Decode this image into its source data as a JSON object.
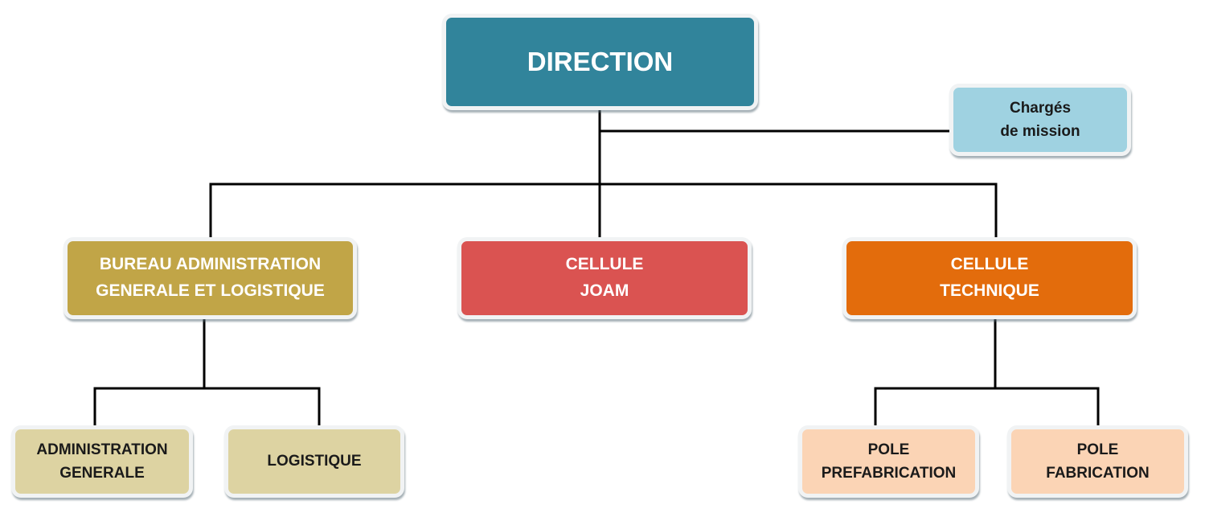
{
  "nodes": {
    "direction": {
      "lines": [
        "DIRECTION"
      ]
    },
    "charges_mission": {
      "lines": [
        "Chargés",
        "de mission"
      ]
    },
    "bureau": {
      "lines": [
        "BUREAU ADMINISTRATION",
        "GENERALE ET LOGISTIQUE"
      ]
    },
    "joam": {
      "lines": [
        "CELLULE",
        "JOAM"
      ]
    },
    "technique": {
      "lines": [
        "CELLULE",
        "TECHNIQUE"
      ]
    },
    "admin_generale": {
      "lines": [
        "ADMINISTRATION",
        "GENERALE"
      ]
    },
    "logistique": {
      "lines": [
        "LOGISTIQUE"
      ]
    },
    "pole_prefab": {
      "lines": [
        "POLE",
        "PREFABRICATION"
      ]
    },
    "pole_fab": {
      "lines": [
        "POLE",
        "FABRICATION"
      ]
    }
  },
  "colors": {
    "direction": "#31849b",
    "charges_mission": "#9fd2e1",
    "bureau": "#c1a547",
    "joam": "#da5351",
    "technique": "#e36c0c",
    "bureau_children": "#ddd3a2",
    "technique_children": "#fbd4b5",
    "connector": "#000000"
  }
}
